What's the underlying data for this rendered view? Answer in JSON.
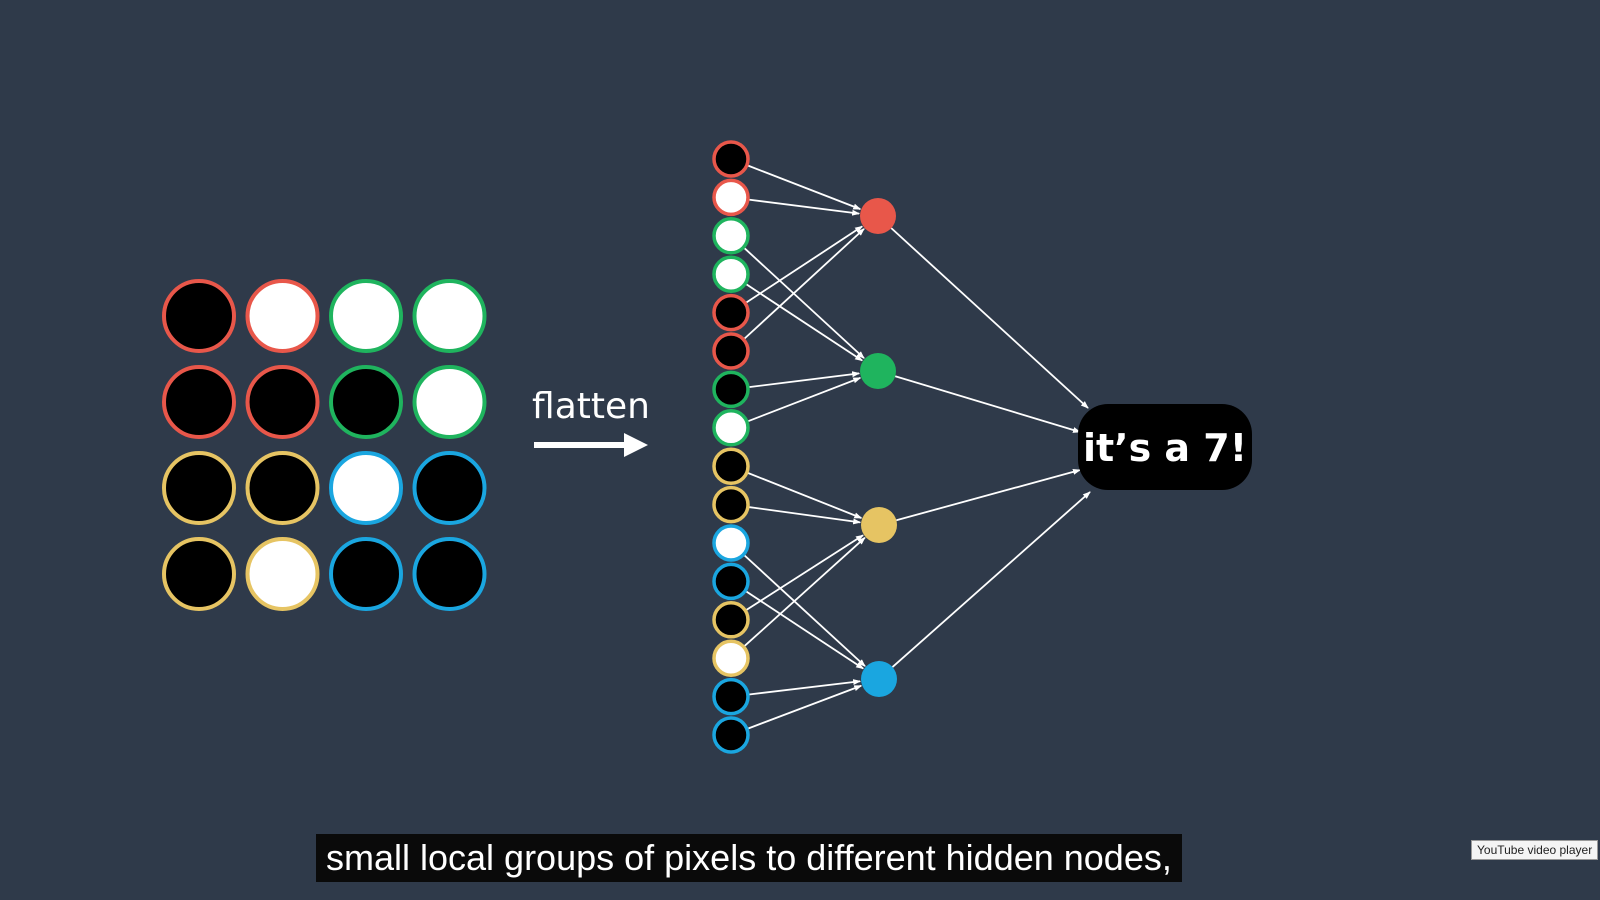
{
  "diagram": {
    "flatten_label": "flatten",
    "output_label": "it’s a 7!",
    "groups": [
      {
        "name": "top-left",
        "color": "#e8574a"
      },
      {
        "name": "top-right",
        "color": "#1fb45e"
      },
      {
        "name": "bottom-left",
        "color": "#e6c463"
      },
      {
        "name": "bottom-right",
        "color": "#1aa6e0"
      }
    ],
    "input_grid": [
      [
        "black",
        "white",
        "white",
        "white"
      ],
      [
        "black",
        "black",
        "black",
        "white"
      ],
      [
        "black",
        "black",
        "white",
        "black"
      ],
      [
        "black",
        "white",
        "black",
        "black"
      ]
    ],
    "grid_groups": [
      [
        0,
        0,
        1,
        1
      ],
      [
        0,
        0,
        1,
        1
      ],
      [
        2,
        2,
        3,
        3
      ],
      [
        2,
        2,
        3,
        3
      ]
    ],
    "flattened": [
      {
        "fill": "black",
        "group": 0
      },
      {
        "fill": "white",
        "group": 0
      },
      {
        "fill": "white",
        "group": 1
      },
      {
        "fill": "white",
        "group": 1
      },
      {
        "fill": "black",
        "group": 0
      },
      {
        "fill": "black",
        "group": 0
      },
      {
        "fill": "black",
        "group": 1
      },
      {
        "fill": "white",
        "group": 1
      },
      {
        "fill": "black",
        "group": 2
      },
      {
        "fill": "black",
        "group": 2
      },
      {
        "fill": "white",
        "group": 3
      },
      {
        "fill": "black",
        "group": 3
      },
      {
        "fill": "black",
        "group": 2
      },
      {
        "fill": "white",
        "group": 2
      },
      {
        "fill": "black",
        "group": 3
      },
      {
        "fill": "black",
        "group": 3
      }
    ]
  },
  "subtitle": "small local groups of pixels to different hidden nodes,",
  "player_tooltip": "YouTube video player"
}
